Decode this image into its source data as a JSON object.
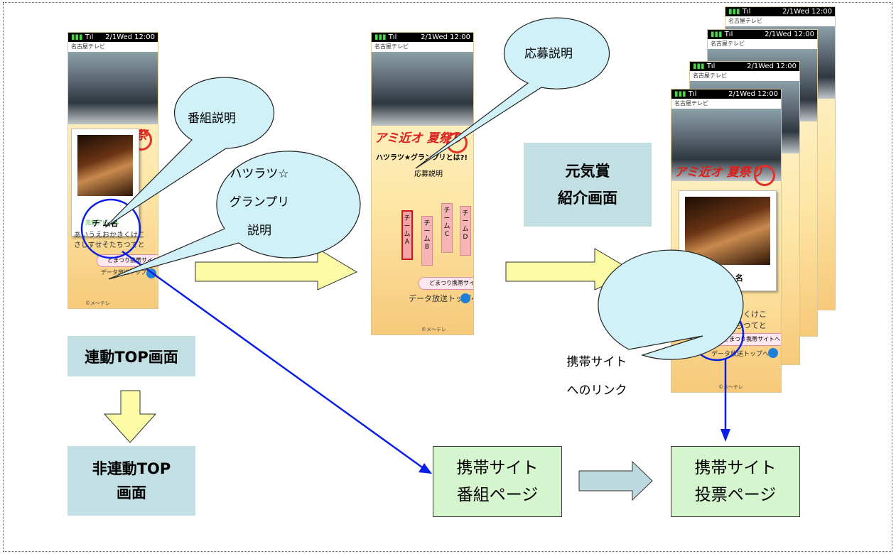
{
  "labels": {
    "linked_top": "連動TOP画面",
    "unlinked_top_line1": "非連動TOP",
    "unlinked_top_line2": "画面",
    "genki_line1": "元気賞",
    "genki_line2": "紹介画面",
    "mobile_program_line1": "携帯サイト",
    "mobile_program_line2": "番組ページ",
    "mobile_vote_line1": "携帯サイト",
    "mobile_vote_line2": "投票ページ"
  },
  "bubbles": {
    "program_desc": "番組説明",
    "grandprix_line1": "ハツラツ☆",
    "grandprix_line2": "グランプリ",
    "grandprix_line3": "説明",
    "entry_desc": "応募説明",
    "mobile_link_line1": "携帯サイト",
    "mobile_link_line2": "へのリンク"
  },
  "screen": {
    "battery": "▮▮▮",
    "signal": "Tıl",
    "datetime": "2/1Wed 12:00",
    "channel": "名古屋テレビ",
    "logo": "アミ近オ 夏祭り",
    "team_name": "チーム名",
    "team_name_small": "チ ム名",
    "appeal_label": "元気アピール",
    "appeal_line1": "あいうえおかきくけこ",
    "appeal_line2": "さしすせそたちつてと",
    "mobile_site_link": "どまつり携帯サイトへ",
    "data_top": "データ放送トップへ",
    "footer": "©メ〜テレ",
    "grandprix_title": "ハツラツ★グランプリとは?!",
    "entry_label": "応募説明",
    "teams": [
      "チームA",
      "チームB",
      "チームC",
      "チームD"
    ]
  },
  "colors": {
    "teal_box": "#c2dfe3",
    "green_box": "#d5f5cf",
    "bubble": "#cff1f7",
    "arrow_yellow": "#fbfba6",
    "arrow_blue_grey": "#bcd9df",
    "link_line": "#0a1fe6"
  }
}
